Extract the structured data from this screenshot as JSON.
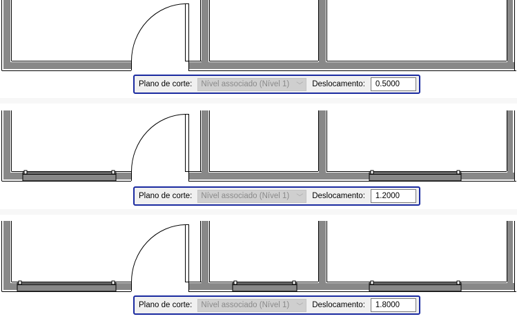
{
  "panels": [
    {
      "cut_plane_label": "Plano de corte:",
      "cut_plane_value": "Nível associado (Nível 1)",
      "offset_label": "Deslocamento:",
      "offset_value": "0.5000"
    },
    {
      "cut_plane_label": "Plano de corte:",
      "cut_plane_value": "Nível associado (Nível 1)",
      "offset_label": "Deslocamento:",
      "offset_value": "1.2000"
    },
    {
      "cut_plane_label": "Plano de corte:",
      "cut_plane_value": "Nível associado (Nível 1)",
      "offset_label": "Deslocamento:",
      "offset_value": "1.8000"
    }
  ],
  "icons": {
    "dropdown": "chevron-down-icon"
  },
  "colors": {
    "wall": "#888888",
    "border": "#1a2aa0"
  }
}
